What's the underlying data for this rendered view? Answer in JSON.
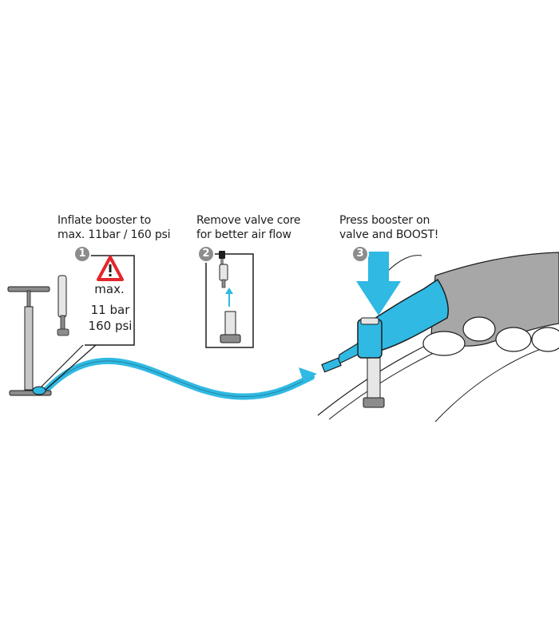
{
  "steps": [
    {
      "number": "1",
      "caption_line1": "Inflate booster to",
      "caption_line2": "max. 11bar / 160 psi"
    },
    {
      "number": "2",
      "caption_line1": "Remove valve core",
      "caption_line2": "for better air flow"
    },
    {
      "number": "3",
      "caption_line1": "Press booster on",
      "caption_line2": "valve and BOOST!"
    }
  ],
  "warning": {
    "label": "max.",
    "bar": "11 bar",
    "psi": "160 psi"
  },
  "icons": [
    "floor-pump-icon",
    "booster-icon",
    "warning-triangle-icon",
    "valve-core-icon",
    "valve-stem-icon",
    "hose-icon",
    "flow-arrow-icon",
    "press-arrow-icon",
    "hand-icon",
    "rim-icon"
  ],
  "colors": {
    "accent_blue": "#2fb9e3",
    "badge_gray": "#8c8c8c",
    "warning_red": "#e3262c",
    "line": "#1e1e1e",
    "hand_gray": "#a7a7a7"
  }
}
